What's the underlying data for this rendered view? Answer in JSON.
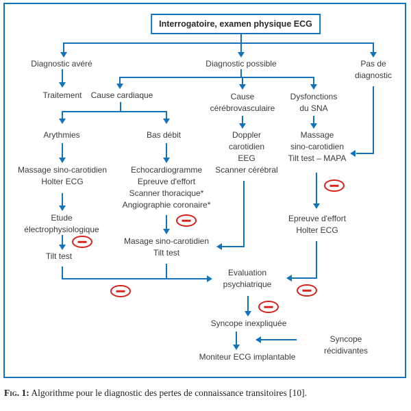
{
  "colors": {
    "line_blue": "#1173b9",
    "negative_red": "#d8221c",
    "text_gray": "#3a3a3a"
  },
  "title_box": {
    "label": "Interrogatoire, examen physique ECG"
  },
  "nodes": {
    "diagnostic_avere": "Diagnostic avéré",
    "diagnostic_possible": "Diagnostic possible",
    "pas_de_diagnostic": "Pas de\ndiagnostic",
    "traitement": "Traitement",
    "cause_cardiaque": "Cause cardiaque",
    "cause_cerebrovasculaire": "Cause\ncérébrovasculaire",
    "dysfonctions_sna": "Dysfonctions\ndu SNA",
    "arythmies": "Arythmies",
    "bas_debit": "Bas débit",
    "massage_sino_holter": "Massage sino-carotidien\nHolter ECG",
    "examens_bas_debit": "Echocardiogramme\nEpreuve d'effort\nScanner thoracique*\nAngiographie coronaire*",
    "examens_cerebrovasculaires": "Doppler\ncarotidien\nEEG\nScanner cérébral",
    "massage_tilt_mapa": "Massage\nsino-carotidien\nTilt test – MAPA",
    "etude_electrophysiologique": "Etude\nélectrophysiologique",
    "tilt_test_gauche": "Tilt test",
    "masage_tilt": "Masage sino-carotidien\nTilt test",
    "epreuve_holter": "Epreuve d'effort\nHolter ECG",
    "evaluation_psychiatrique": "Evaluation\npsychiatrique",
    "syncope_inexpliquee": "Syncope inexpliquée",
    "syncope_recidivantes": "Syncope récidivantes",
    "moniteur_ecg": "Moniteur ECG implantable"
  },
  "negative_marker": "−",
  "caption": {
    "label": "Fig. 1:",
    "text": " Algorithme pour le diagnostic des pertes de connaissance transitoires [10]."
  }
}
